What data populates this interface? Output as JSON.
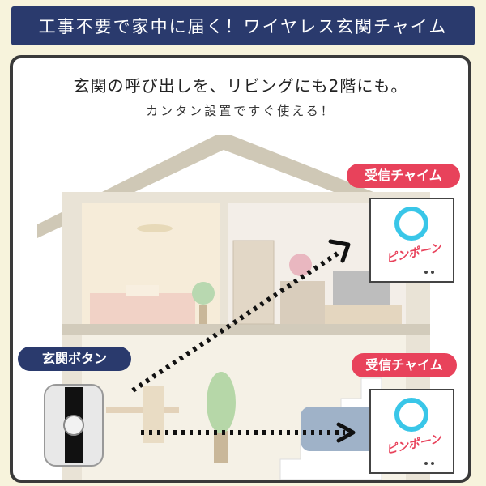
{
  "banner": {
    "title": "工事不要で家中に届く！ワイヤレス玄関チャイム"
  },
  "headline": "玄関の呼び出しを、リビングにも2階にも。",
  "subline": "カンタン設置ですぐ使える！",
  "labels": {
    "receiver_top": "受信チャイム",
    "receiver_bottom": "受信チャイム",
    "button": "玄関ボタン"
  },
  "chime_text_top": "ピンポーン",
  "chime_text_bottom": "ピンポーン",
  "colors": {
    "navy": "#2a3a6d",
    "accent_red": "#e8425b",
    "ring_cyan": "#39c6e8",
    "house": "#cfc8b6"
  },
  "icons": [
    "doorbell-button-icon",
    "chime-ring-icon",
    "arrow-icon"
  ]
}
